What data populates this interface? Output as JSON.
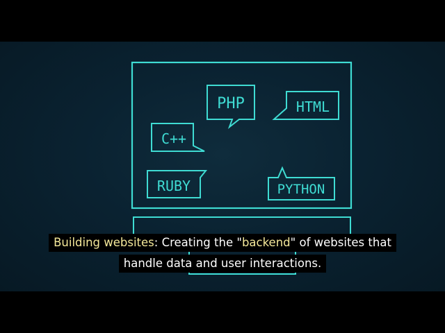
{
  "scene": {
    "accent_color": "#3fdcd3",
    "bubbles": [
      {
        "label": "PHP"
      },
      {
        "label": "HTML"
      },
      {
        "label": "C++"
      },
      {
        "label": "RUBY"
      },
      {
        "label": "PYTHON"
      }
    ]
  },
  "caption": {
    "term": "Building websites",
    "part1": ": Creating the \"",
    "highlight": "backend",
    "part2": "\" of websites that",
    "line2": "handle data and user interactions."
  }
}
